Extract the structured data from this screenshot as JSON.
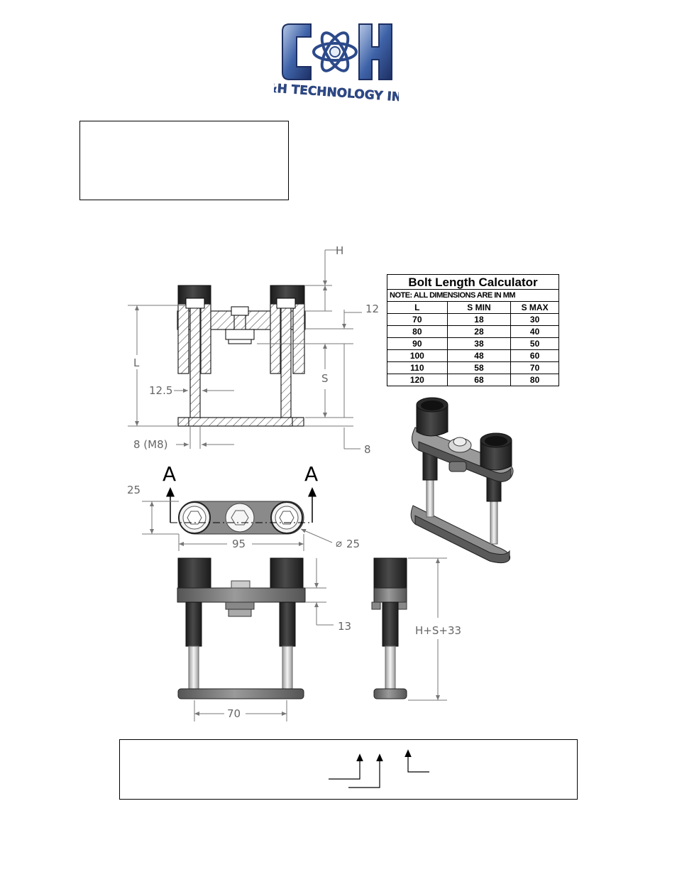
{
  "logo": {
    "letters": "C&H",
    "company": "C&H TECHNOLOGY INC.",
    "colors": {
      "primary": "#3f63a8",
      "dark": "#1d2f63",
      "light": "#b7c8e6"
    }
  },
  "calculator": {
    "title": "Bolt Length Calculator",
    "note": "NOTE: ALL DIMENSIONS ARE IN MM",
    "headers": [
      "L",
      "S MIN",
      "S MAX"
    ],
    "rows": [
      [
        "70",
        "18",
        "30"
      ],
      [
        "80",
        "28",
        "40"
      ],
      [
        "90",
        "38",
        "50"
      ],
      [
        "100",
        "48",
        "60"
      ],
      [
        "110",
        "58",
        "70"
      ],
      [
        "120",
        "68",
        "80"
      ]
    ]
  },
  "dimensions": {
    "h": "H",
    "top_thickness": "12",
    "s": "S",
    "l": "L",
    "bore": "12.5",
    "bolt": "8 (M8)",
    "bottom_thickness": "8",
    "width": "25",
    "pitch": "95",
    "diameter": "25",
    "gap": "13",
    "overall": "H+S+33",
    "spacing": "70"
  },
  "section_marks": [
    "A",
    "A"
  ]
}
